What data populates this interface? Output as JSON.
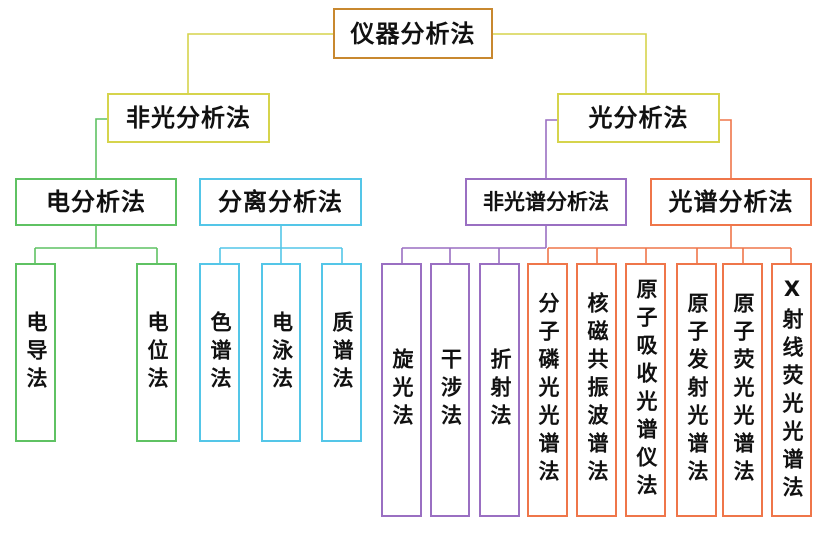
{
  "diagram": {
    "type": "tree",
    "root_label": "仪器分析法"
  },
  "nodes": {
    "root": "仪器分析法",
    "non_optical": "非光分析法",
    "optical": "光分析法",
    "electro": "电分析法",
    "separation": "分离分析法",
    "non_spectral": "非光谱分析法",
    "spectral": "光谱分析法",
    "electro_children": [
      "电导法",
      "电位法"
    ],
    "separation_children": [
      "色谱法",
      "电泳法",
      "质谱法"
    ],
    "non_spectral_children": [
      "旋光法",
      "干涉法",
      "折射法"
    ],
    "spectral_children": [
      "分子磷光光谱法",
      "核磁共振波谱法",
      "原子吸收光谱仪法",
      "原子发射光谱法",
      "原子荧光光谱法",
      "X射线荧光光谱法"
    ]
  },
  "colors": {
    "root_border": "#c8882f",
    "level2_border": "#d6d44c",
    "electro_branch": "#5fc263",
    "separation_branch": "#54c6e8",
    "non_spectral_branch": "#9a6fc2",
    "spectral_branch": "#ef764a",
    "text": "#111111",
    "background": "#ffffff"
  }
}
